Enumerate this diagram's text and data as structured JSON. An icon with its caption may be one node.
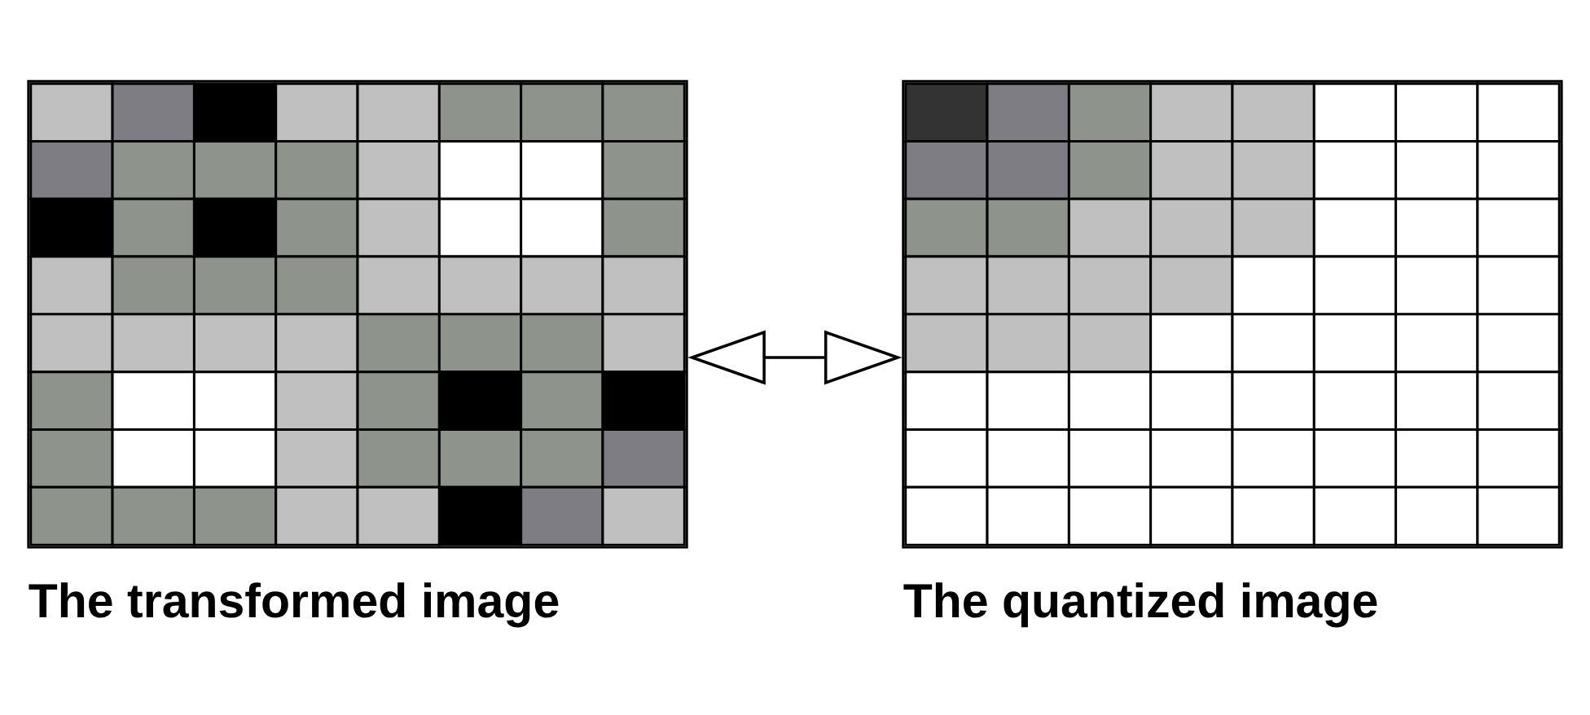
{
  "diagram": {
    "nodes": [
      {
        "text": [],
        "shape": "picture",
        "beside": [
          "The transformed image"
        ]
      },
      {
        "text": [],
        "shape": "picture",
        "beside": [
          "The quantized image"
        ]
      }
    ],
    "edges": [
      {
        "from": 0,
        "to": 1,
        "arrow": "both"
      }
    ]
  }
}
